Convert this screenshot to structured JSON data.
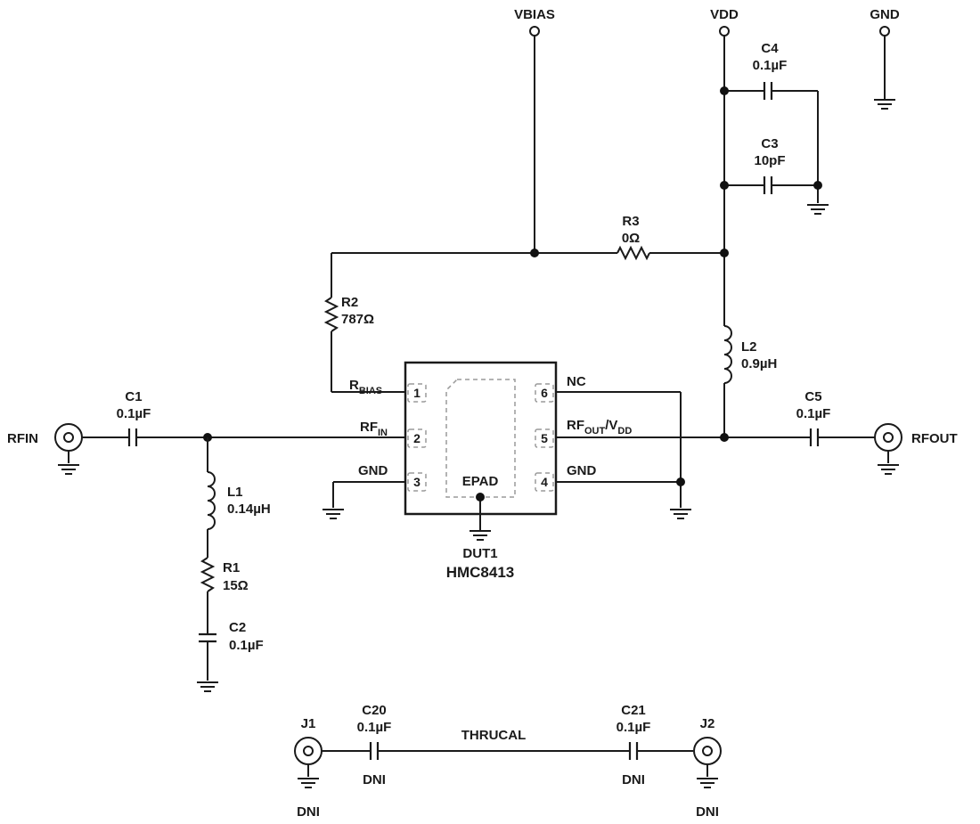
{
  "nets": {
    "vbias": "VBIAS",
    "vdd": "VDD",
    "gnd": "GND",
    "rfin": "RFIN",
    "rfout": "RFOUT",
    "thrucal": "THRUCAL"
  },
  "components": {
    "c1": {
      "ref": "C1",
      "value": "0.1µF"
    },
    "c2": {
      "ref": "C2",
      "value": "0.1µF"
    },
    "c3": {
      "ref": "C3",
      "value": "10pF"
    },
    "c4": {
      "ref": "C4",
      "value": "0.1µF"
    },
    "c5": {
      "ref": "C5",
      "value": "0.1µF"
    },
    "r1": {
      "ref": "R1",
      "value": "15Ω"
    },
    "r2": {
      "ref": "R2",
      "value": "787Ω"
    },
    "r3": {
      "ref": "R3",
      "value": "0Ω"
    },
    "l1": {
      "ref": "L1",
      "value": "0.14µH"
    },
    "l2": {
      "ref": "L2",
      "value": "0.9µH"
    },
    "c20": {
      "ref": "C20",
      "value": "0.1µF",
      "note": "DNI"
    },
    "c21": {
      "ref": "C21",
      "value": "0.1µF",
      "note": "DNI"
    },
    "j1": {
      "ref": "J1",
      "note": "DNI"
    },
    "j2": {
      "ref": "J2",
      "note": "DNI"
    }
  },
  "ic": {
    "designator": "DUT1",
    "part": "HMC8413",
    "epad": "EPAD",
    "pins": [
      {
        "num": "1",
        "name": "R",
        "sub": "BIAS",
        "name2": ""
      },
      {
        "num": "2",
        "name": "RF",
        "sub": "IN",
        "name2": ""
      },
      {
        "num": "3",
        "name": "GND",
        "sub": "",
        "name2": ""
      },
      {
        "num": "4",
        "name": "GND",
        "sub": "",
        "name2": ""
      },
      {
        "num": "5",
        "name": "RF",
        "sub": "OUT",
        "name2": "/V",
        "sub2": "DD"
      },
      {
        "num": "6",
        "name": "NC",
        "sub": "",
        "name2": ""
      }
    ]
  }
}
